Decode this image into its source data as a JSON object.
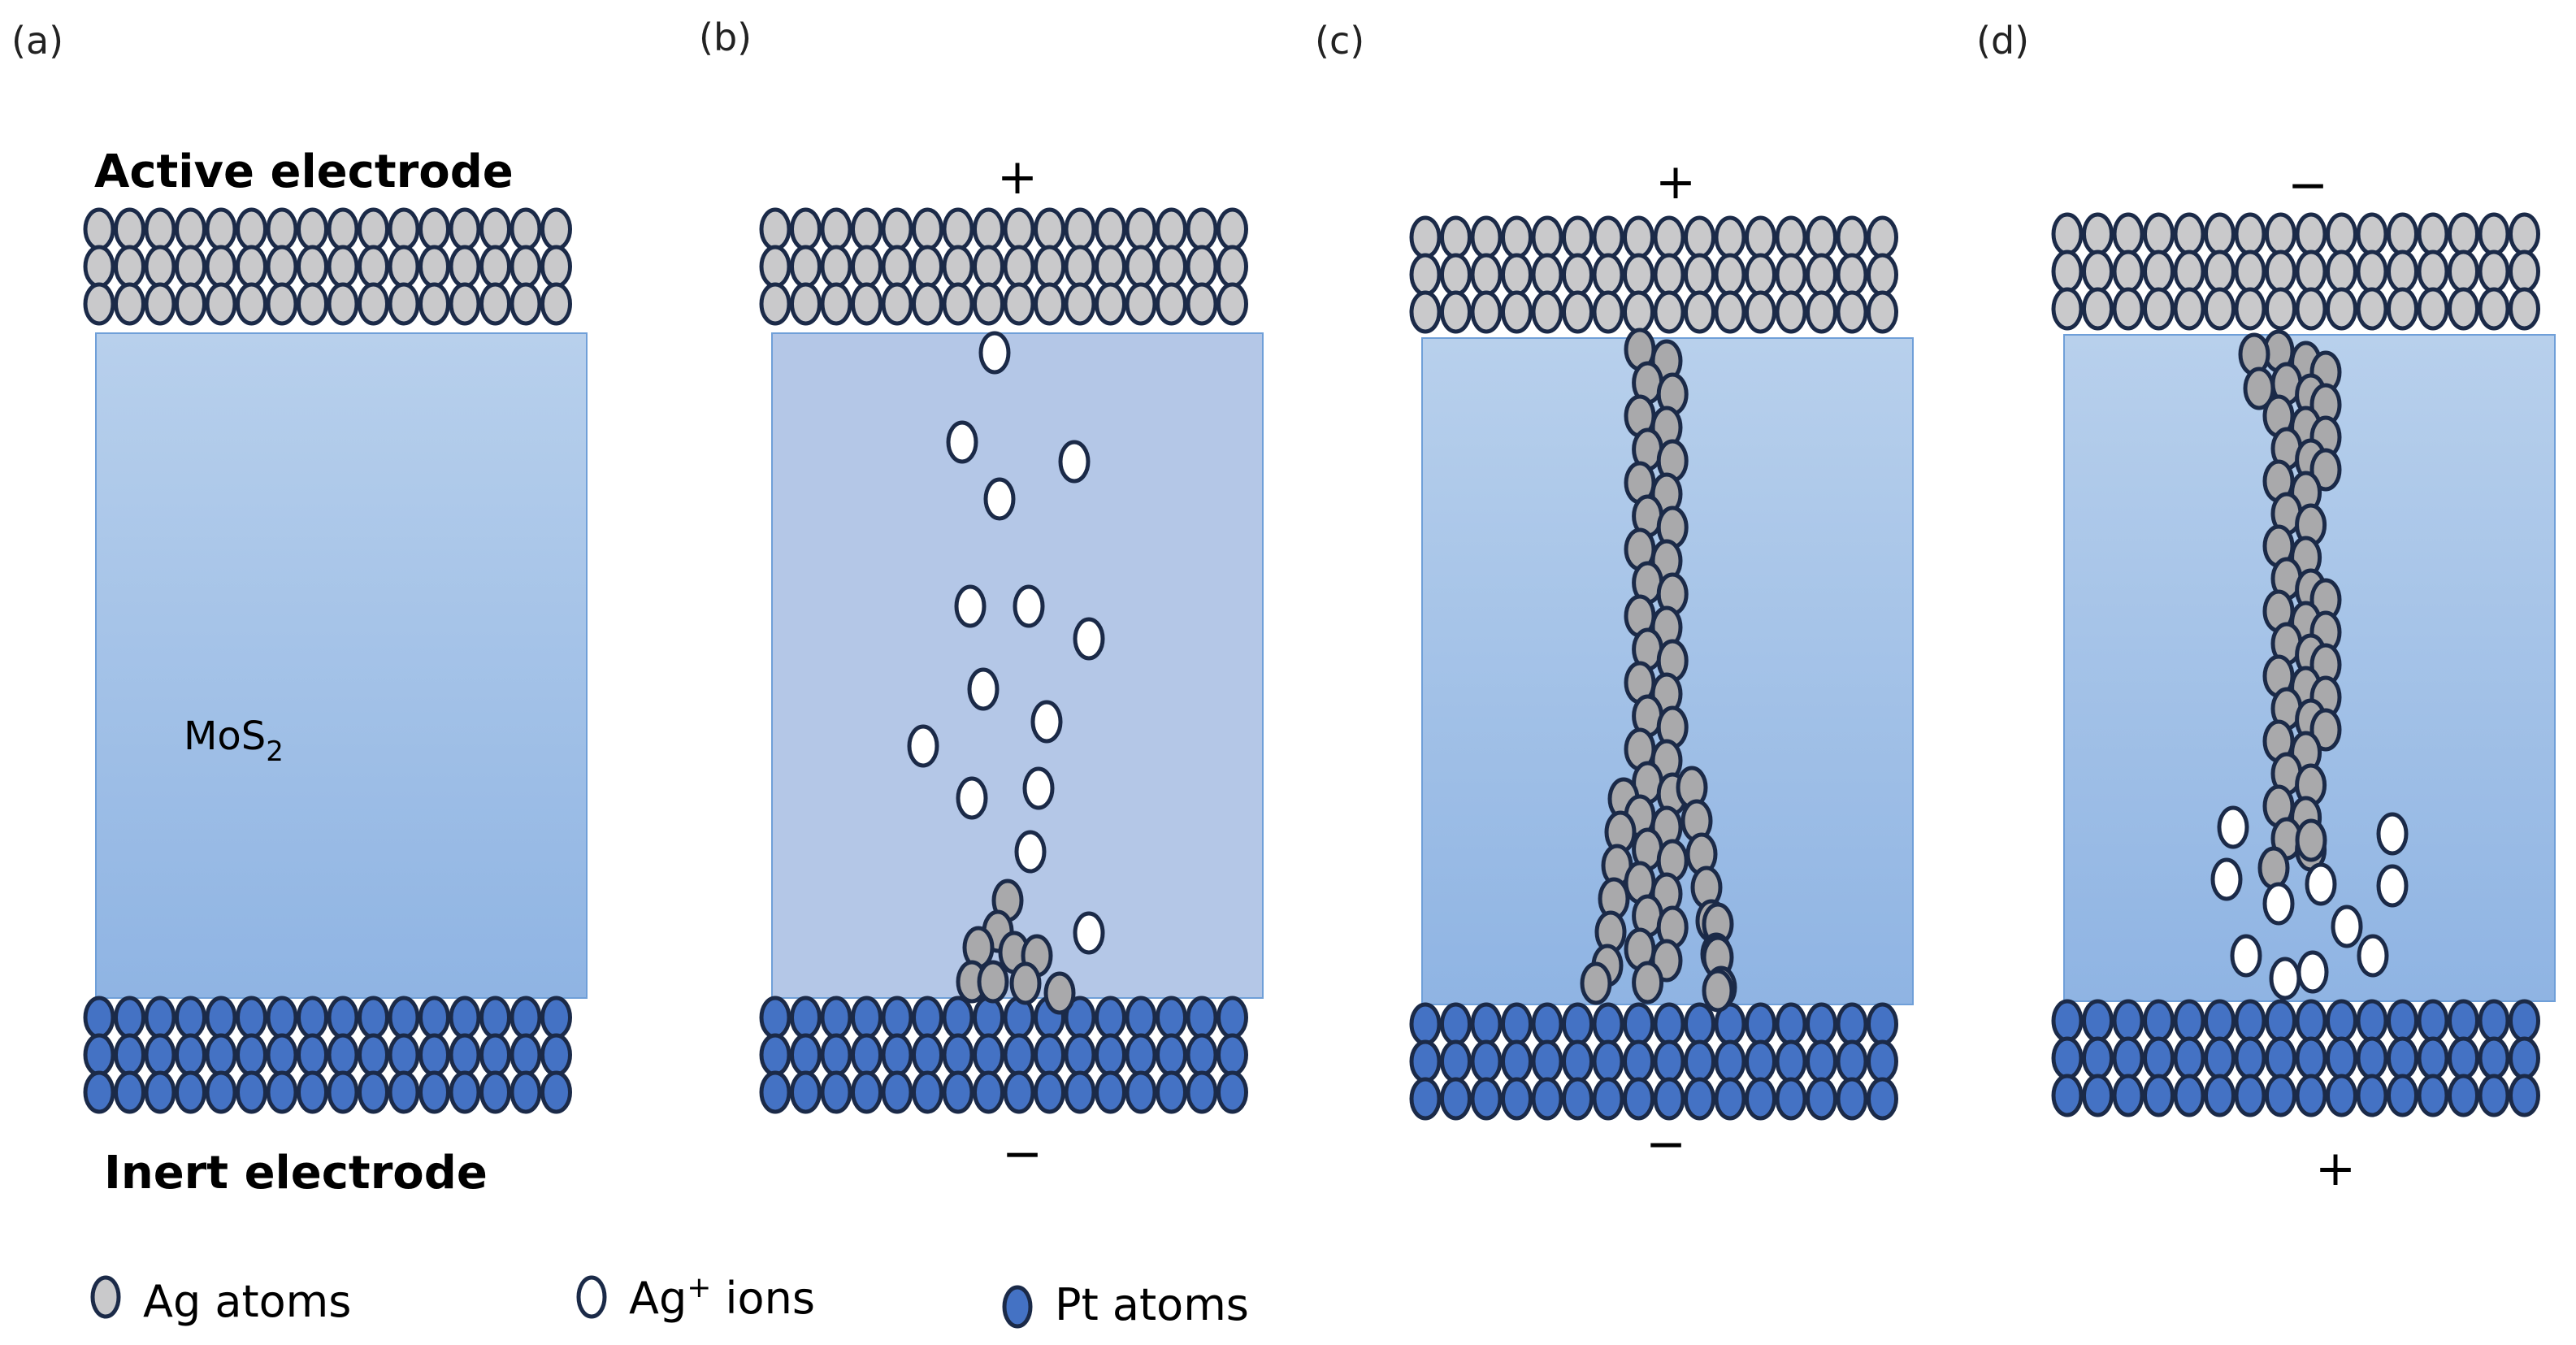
{
  "panels": [
    {
      "id": "a",
      "label": "(a)",
      "top_text": "Active electrode",
      "bottom_text": "Inert electrode",
      "layer": "MoS",
      "layer_sub": "2"
    },
    {
      "id": "b",
      "label": "(b)",
      "top_sign": "+",
      "bottom_sign": "−"
    },
    {
      "id": "c",
      "label": "(c)",
      "top_sign": "+",
      "bottom_sign": "−"
    },
    {
      "id": "d",
      "label": "(d)",
      "top_sign": "−",
      "bottom_sign": "+"
    }
  ],
  "legend": {
    "ag_atoms": "Ag atoms",
    "ag_ions_main": "Ag",
    "ag_ions_sup": "+",
    "ag_ions_rest": " ions",
    "pt_atoms": "Pt atoms"
  },
  "colors": {
    "ag_atom": "#c9c9cb",
    "ag_filament": "#a9a9ab",
    "ag_ion": "#ffffff",
    "pt_atom": "#4472c4",
    "outline": "#1b2a48",
    "mos2_top": "#b8d0ec",
    "mos2_bottom": "#8fb4e3",
    "mos2_b": "#b4c7e7"
  },
  "icons": [
    "ag-atom-icon",
    "ag-ion-icon",
    "pt-atom-icon"
  ]
}
